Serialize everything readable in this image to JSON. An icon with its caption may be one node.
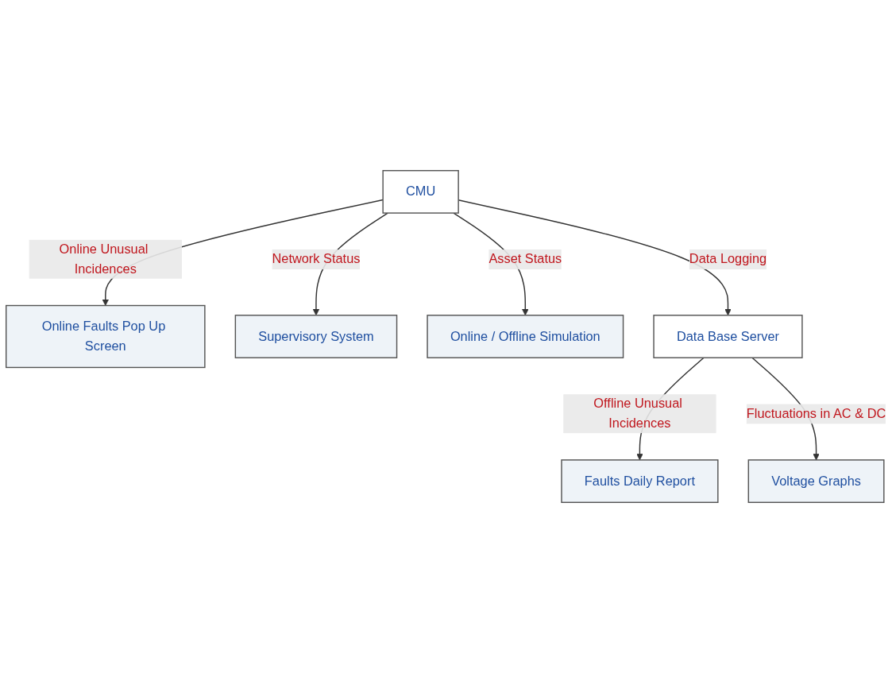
{
  "diagram": {
    "nodes": [
      {
        "text": [
          "Online Faults Pop Up Screen"
        ]
      },
      {
        "text": [
          "Supervisory System"
        ]
      },
      {
        "text": [
          "Online / Offline Simulation"
        ]
      },
      {
        "text": [
          "CMU"
        ]
      },
      {
        "text": [
          "Faults Daily Report"
        ]
      },
      {
        "text": [
          "Data Base Server"
        ]
      },
      {
        "text": [
          "Voltage Graphs"
        ]
      }
    ],
    "edges": [
      {
        "from": 3,
        "to": 0,
        "arrow": "to",
        "label": "Online Unusual Incidences"
      },
      {
        "from": 3,
        "to": 1,
        "arrow": "to",
        "label": "Network Status"
      },
      {
        "from": 3,
        "to": 2,
        "arrow": "to",
        "label": "Asset Status"
      },
      {
        "from": 3,
        "to": 5,
        "arrow": "to",
        "label": "Data Logging"
      },
      {
        "from": 5,
        "to": 4,
        "arrow": "to",
        "label": "Offline Unusual Incidences"
      },
      {
        "from": 5,
        "to": 6,
        "arrow": "to",
        "label": "Fluctuations in AC & DC"
      }
    ]
  }
}
